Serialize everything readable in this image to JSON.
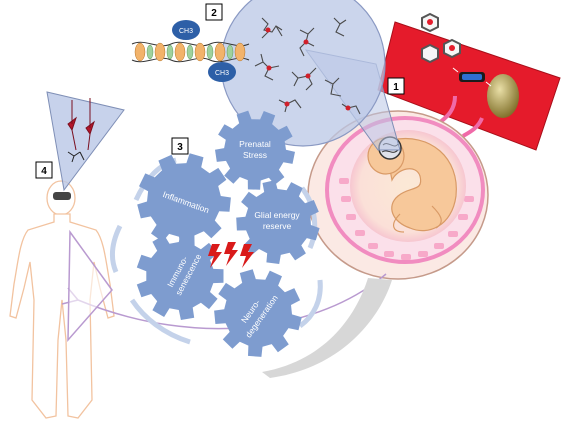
{
  "numbers": {
    "n1": "1",
    "n2": "2",
    "n3": "3",
    "n4": "4"
  },
  "methyl": {
    "top": "CH3",
    "bottom": "CH3"
  },
  "gears": {
    "prenatal": [
      "Prenatal",
      "Stress"
    ],
    "inflammation": [
      "Inflammation"
    ],
    "glial": [
      "Glial energy",
      "reserve"
    ],
    "immuno": [
      "Immuno-",
      "senescence"
    ],
    "neuro": [
      "Neuro-",
      "degeneration"
    ]
  },
  "colors": {
    "gear": "#7e9ccf",
    "blood_vessel": "#e51b2b",
    "placenta": "#f3a2c6",
    "lens": "#b9c7e6",
    "body_outline": "#f2c3a0",
    "arrow": "#b99ad0",
    "lightning": "#d91a1a"
  },
  "icons": [
    "gear-icon",
    "lightning-icon",
    "virus-icon",
    "hexagon-molecule-icon",
    "neuron-icon",
    "microglia-icon",
    "fetus-icon",
    "dna-icon"
  ]
}
